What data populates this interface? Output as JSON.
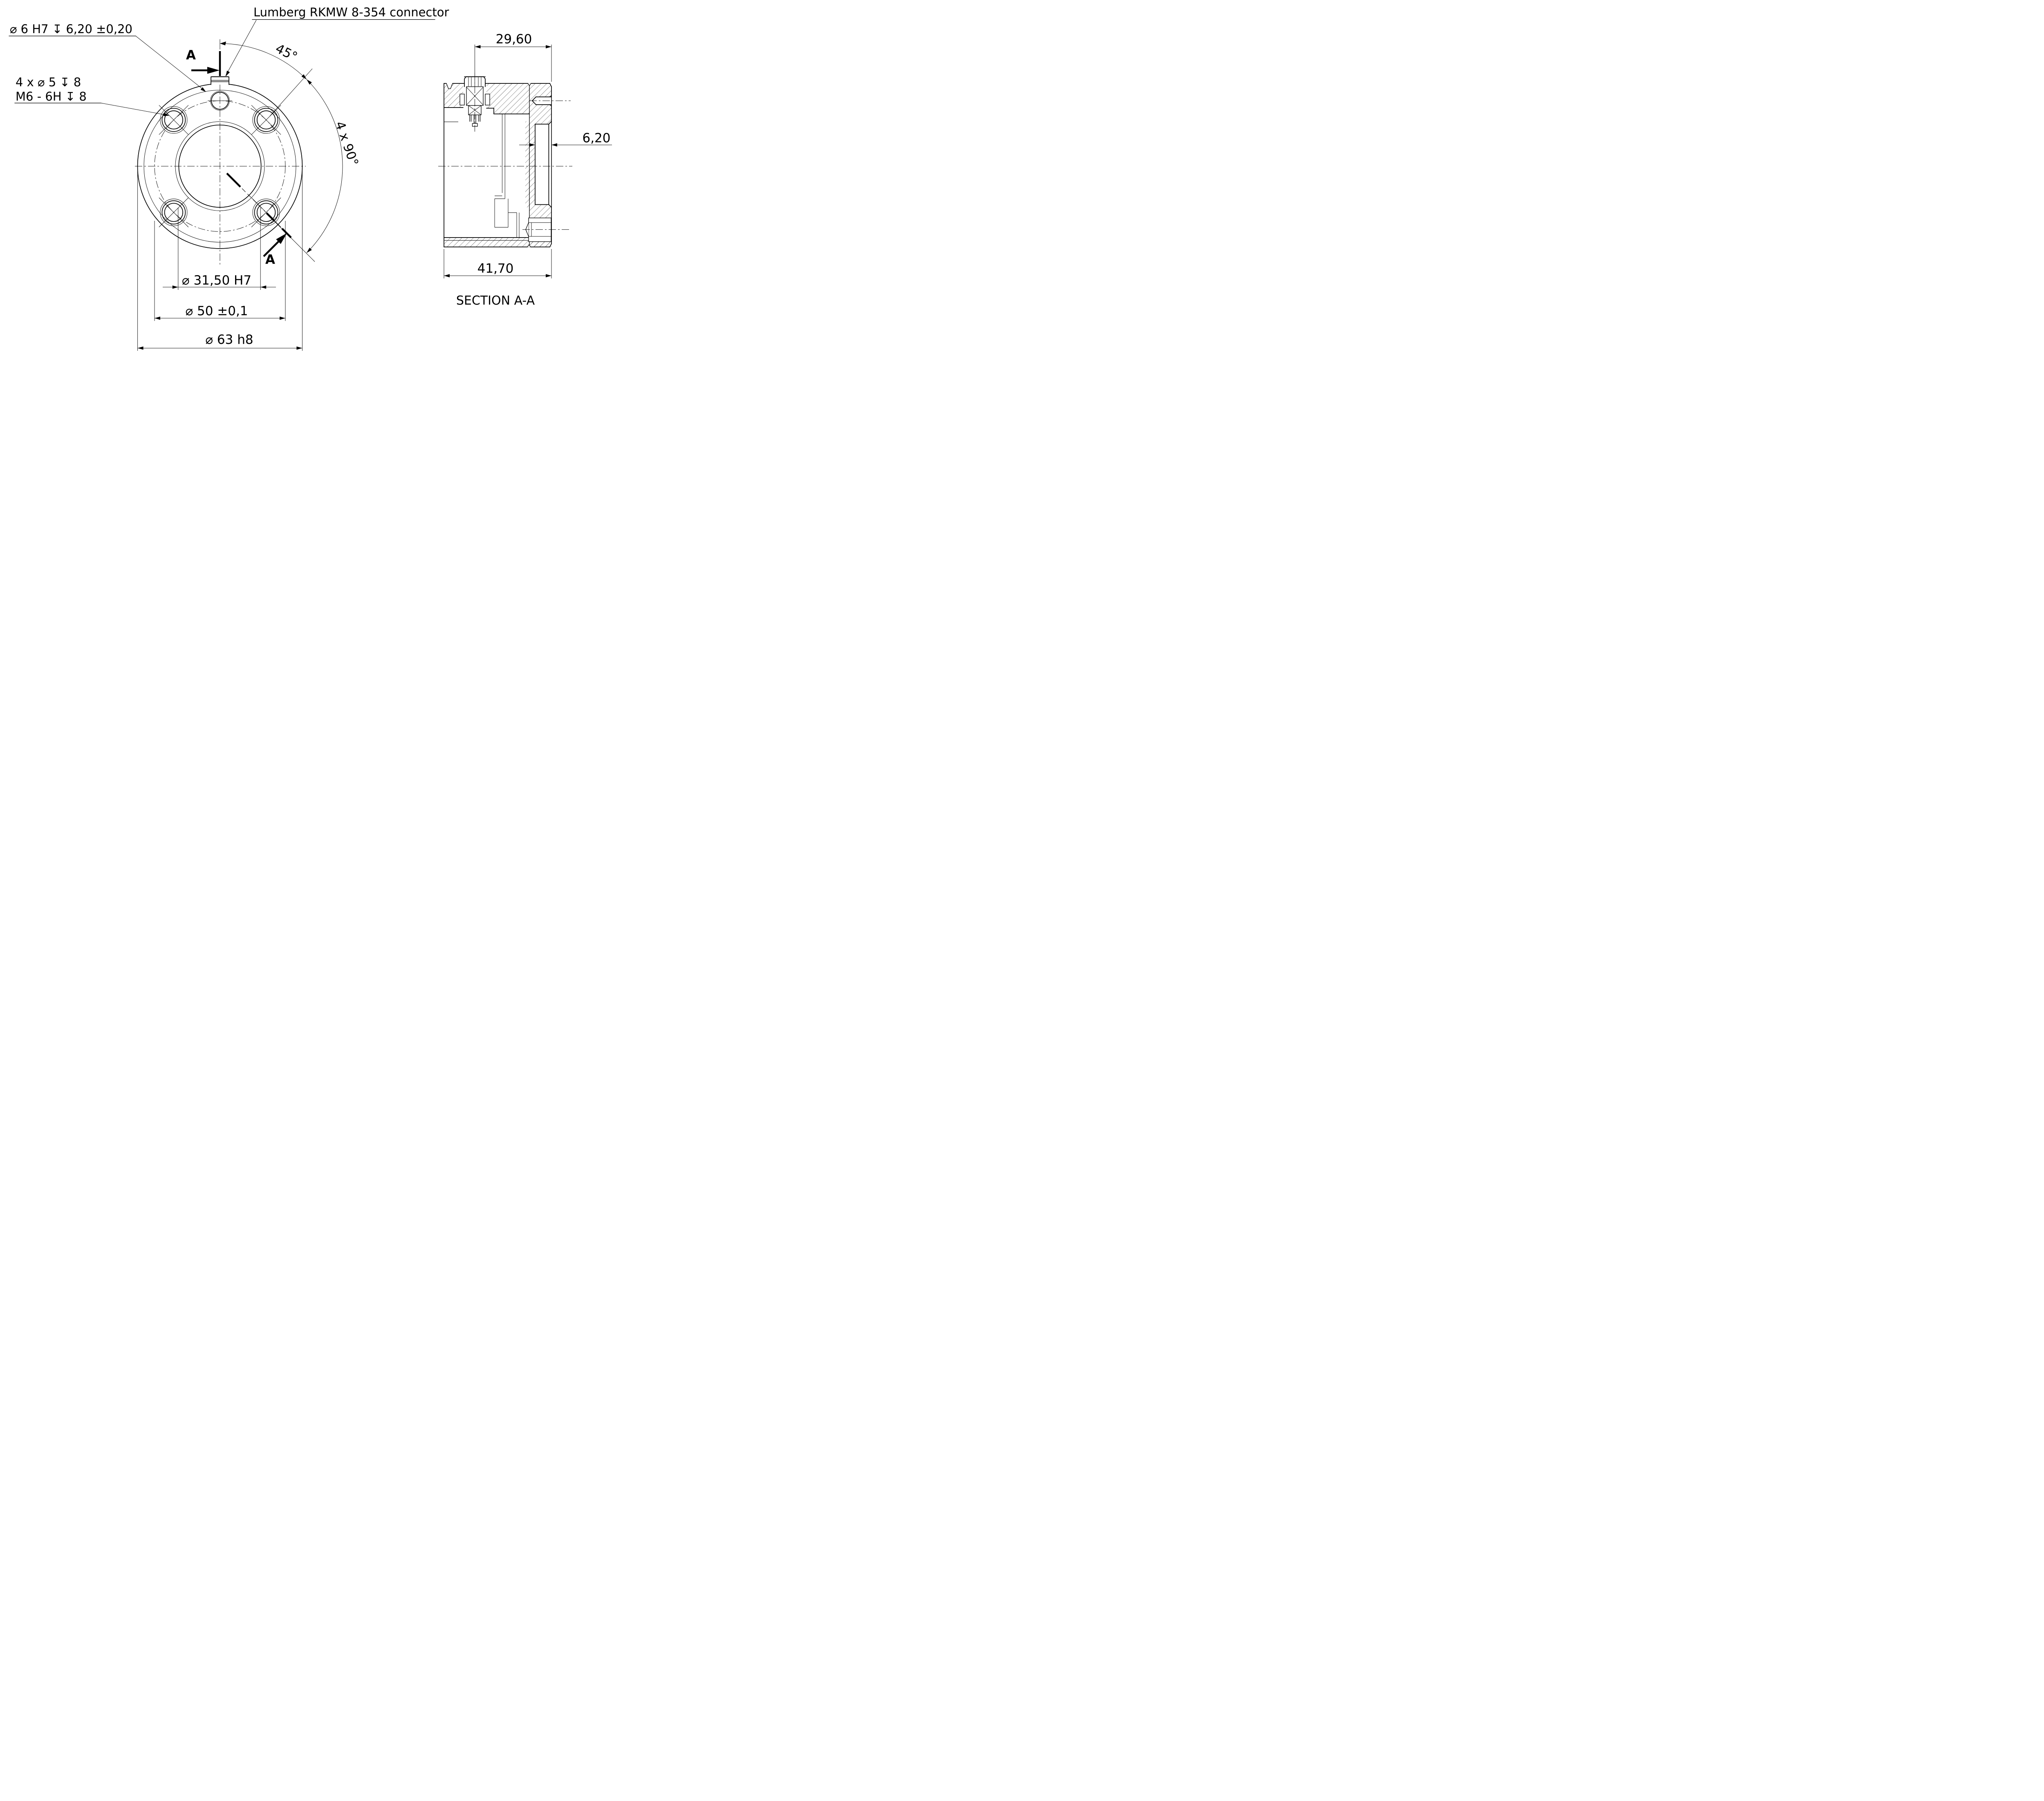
{
  "drawing": {
    "labels": {
      "connector_callout": "Lumberg RKMW 8-354 connector",
      "center_hole_callout": "⌀ 6  H7 ↧ 6,20 ±0,20",
      "bolt_hole_callout_line1": "4 x ⌀ 5 ↧ 8",
      "bolt_hole_callout_line2": "M6 - 6H ↧ 8",
      "section_label": "SECTION A-A",
      "section_marker": "A"
    },
    "dimensions": {
      "angle_45": "45°",
      "angle_pattern": "4 x 90°",
      "bore": "⌀ 31,50 H7",
      "bolt_circle": "⌀ 50 ±0,1",
      "outer": "⌀ 63 h8",
      "connector_offset": "29,60",
      "recess_depth": "6,20",
      "overall_length": "41,70"
    },
    "colors": {
      "line": "#000000",
      "background": "#ffffff"
    }
  }
}
